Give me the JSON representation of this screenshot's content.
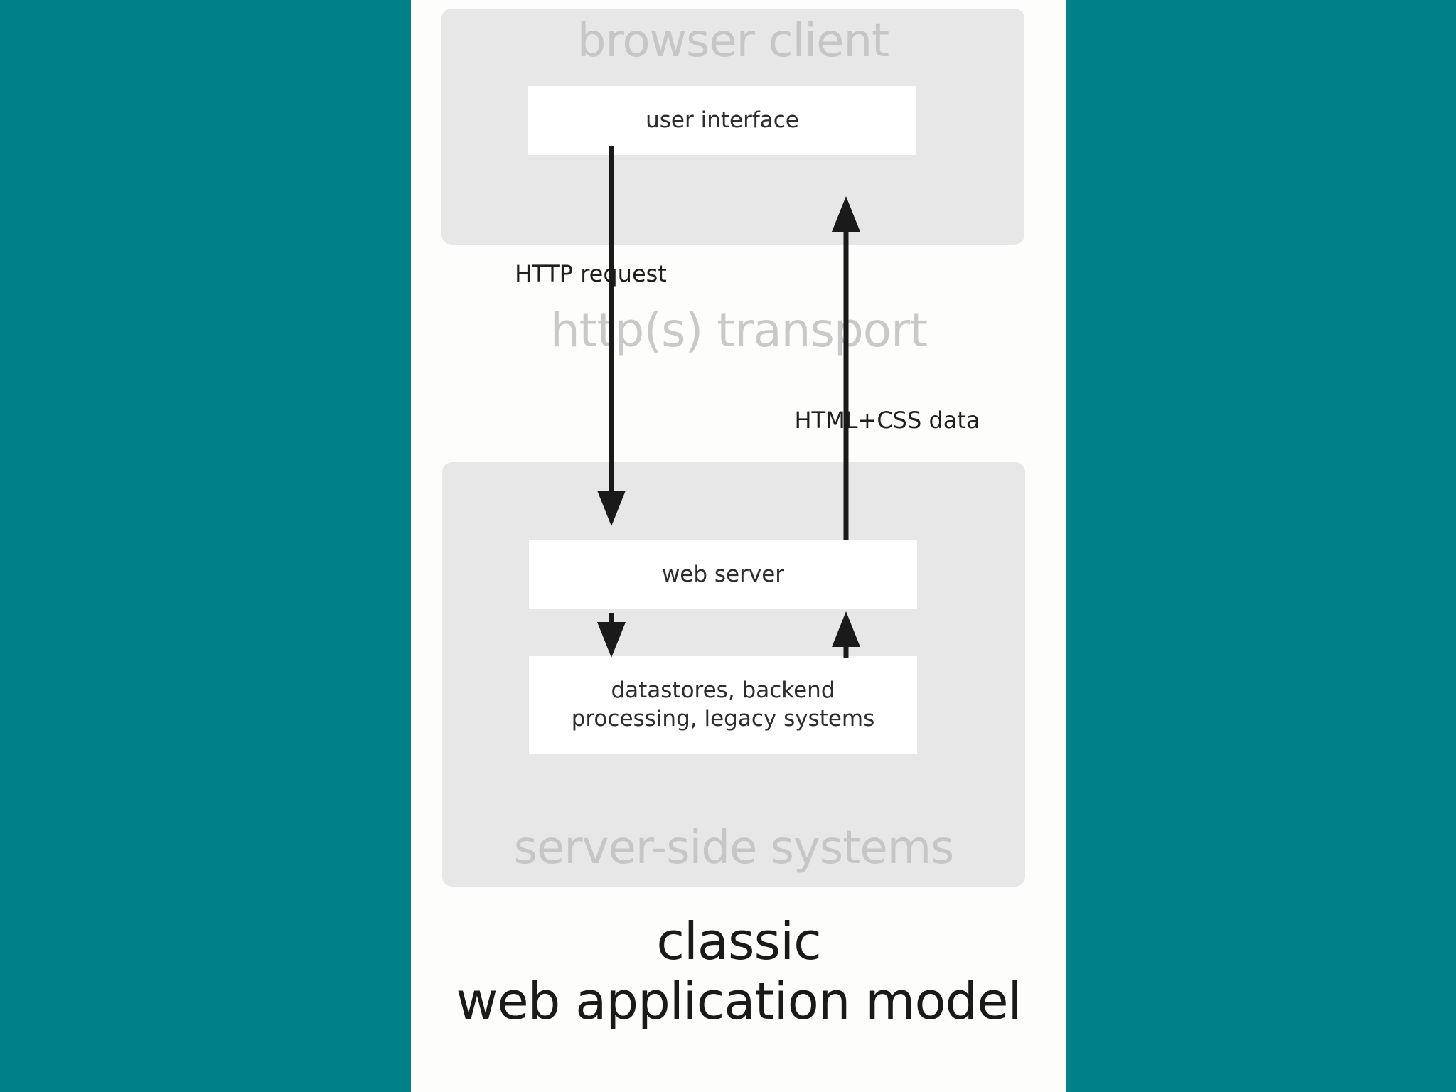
{
  "figure": {
    "title_line1": "classic",
    "title_line2": "web application model",
    "background_color": "#00818a",
    "panel_color": "#fdfefc",
    "group_panel_color": "#e7e7e7",
    "box_color": "#ffffff",
    "caption_color": "#c6c6c6",
    "text_color": "#2d2d2d",
    "arrow_color": "#1a1a1a"
  },
  "browser_client": {
    "caption": "browser client",
    "components": [
      {
        "label": "user interface"
      }
    ]
  },
  "transport": {
    "caption": "http(s) transport",
    "flows": [
      {
        "label": "HTTP request",
        "direction": "down"
      },
      {
        "label": "HTML+CSS data",
        "direction": "up"
      }
    ]
  },
  "server_side": {
    "caption": "server-side systems",
    "components": [
      {
        "label": "web server"
      },
      {
        "label": "datastores, backend",
        "label2": "processing, legacy systems"
      }
    ]
  },
  "chart_data": {
    "type": "diagram",
    "title": "classic web application model",
    "nodes": [
      {
        "id": "browser-client",
        "label": "browser client",
        "kind": "group"
      },
      {
        "id": "user-interface",
        "label": "user interface",
        "kind": "component",
        "parent": "browser-client"
      },
      {
        "id": "transport",
        "label": "http(s) transport",
        "kind": "zone"
      },
      {
        "id": "server-side",
        "label": "server-side systems",
        "kind": "group"
      },
      {
        "id": "web-server",
        "label": "web server",
        "kind": "component",
        "parent": "server-side"
      },
      {
        "id": "datastores",
        "label": "datastores, backend processing, legacy systems",
        "kind": "component",
        "parent": "server-side"
      }
    ],
    "edges": [
      {
        "from": "user-interface",
        "to": "web-server",
        "label": "HTTP request",
        "direction": "down"
      },
      {
        "from": "web-server",
        "to": "user-interface",
        "label": "HTML+CSS data",
        "direction": "up"
      },
      {
        "from": "web-server",
        "to": "datastores",
        "label": "",
        "direction": "down"
      },
      {
        "from": "datastores",
        "to": "web-server",
        "label": "",
        "direction": "up"
      }
    ]
  }
}
